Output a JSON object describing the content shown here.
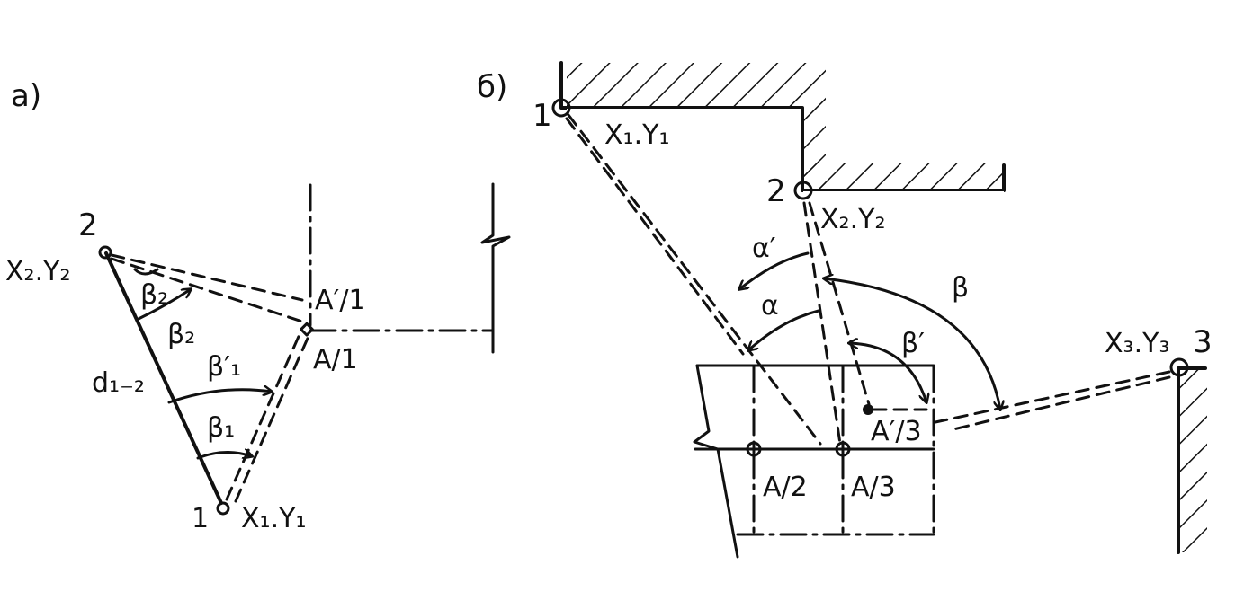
{
  "panel_a": {
    "label": "a)",
    "station1": {
      "num": "1",
      "coords": "X₁.Y₁"
    },
    "station2": {
      "num": "2",
      "coords": "X₂.Y₂"
    },
    "distance": "d₁₋₂",
    "angles": {
      "beta2_prime": "β₂",
      "beta2": "β₂",
      "beta1_prime": "β′₁",
      "beta1": "β₁"
    },
    "points": {
      "a1_prime": "A′/1",
      "a1": "A/1"
    }
  },
  "panel_b": {
    "label": "б)",
    "station1": {
      "num": "1",
      "coords": "X₁.Y₁"
    },
    "station2": {
      "num": "2",
      "coords": "X₂.Y₂"
    },
    "station3": {
      "num": "3",
      "coords": "X₃.Y₃"
    },
    "angles": {
      "alpha_prime": "α′",
      "alpha": "α",
      "beta": "β",
      "beta_prime": "β′"
    },
    "points": {
      "a2": "A/2",
      "a3": "A/3",
      "a3_prime": "A′/3"
    }
  }
}
